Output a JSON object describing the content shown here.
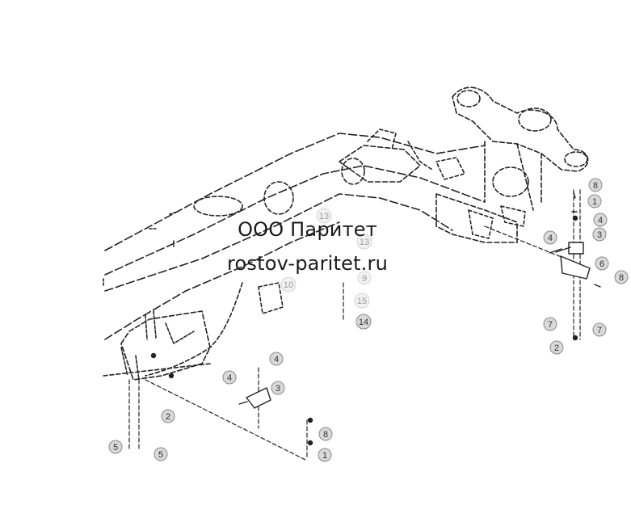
{
  "watermark": {
    "line1": "ООО Паритет",
    "line2": "rostov-paritet.ru"
  },
  "callouts": [
    {
      "id": "c8a",
      "label": "8",
      "faded": false
    },
    {
      "id": "c1a",
      "label": "1",
      "faded": false
    },
    {
      "id": "c4a",
      "label": "4",
      "faded": false
    },
    {
      "id": "c4b",
      "label": "4",
      "faded": false
    },
    {
      "id": "c3a",
      "label": "3",
      "faded": false
    },
    {
      "id": "c6a",
      "label": "6",
      "faded": false
    },
    {
      "id": "c8b",
      "label": "8",
      "faded": false
    },
    {
      "id": "c7a",
      "label": "7",
      "faded": false
    },
    {
      "id": "c7b",
      "label": "7",
      "faded": false
    },
    {
      "id": "c2a",
      "label": "2",
      "faded": false
    },
    {
      "id": "c13a",
      "label": "13",
      "faded": true
    },
    {
      "id": "c13b",
      "label": "13",
      "faded": true
    },
    {
      "id": "c9a",
      "label": "9",
      "faded": true
    },
    {
      "id": "c10a",
      "label": "10",
      "faded": true
    },
    {
      "id": "c15a",
      "label": "15",
      "faded": true
    },
    {
      "id": "c14a",
      "label": "14",
      "faded": false
    },
    {
      "id": "c4c",
      "label": "4",
      "faded": false
    },
    {
      "id": "c4d",
      "label": "4",
      "faded": false
    },
    {
      "id": "c3b",
      "label": "3",
      "faded": false
    },
    {
      "id": "c2b",
      "label": "2",
      "faded": false
    },
    {
      "id": "c8c",
      "label": "8",
      "faded": false
    },
    {
      "id": "c1b",
      "label": "1",
      "faded": false
    },
    {
      "id": "c5a",
      "label": "5",
      "faded": false
    },
    {
      "id": "c5b",
      "label": "5",
      "faded": false
    }
  ],
  "colors": {
    "line": "#222222",
    "callout_fill": "#d9d9d9",
    "callout_stroke": "#8a8a8a"
  }
}
